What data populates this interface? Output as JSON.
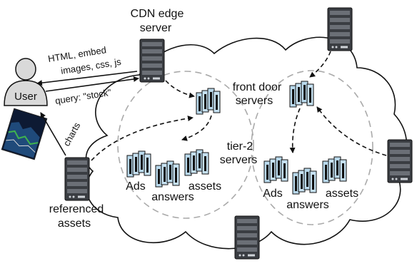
{
  "labels": {
    "cdn_edge_line1": "CDN edge",
    "cdn_edge_line2": "server",
    "user": "User",
    "html_line1": "HTML, embed",
    "html_line2": "images, css, js",
    "query": "query: \"stock\"",
    "charts": "charts",
    "front_door_line1": "front door",
    "front_door_line2": "servers",
    "tier2_line1": "tier-2",
    "tier2_line2": "servers",
    "left_ads": "Ads",
    "left_answers": "answers",
    "left_assets": "assets",
    "right_ads": "Ads",
    "right_answers": "answers",
    "right_assets": "assets",
    "referenced_line1": "referenced",
    "referenced_line2": "assets"
  },
  "colors": {
    "server_dark": "#3a3d42",
    "server_mid": "#6b6f76",
    "cluster_fill": "#b9d9ec",
    "user_fill": "#d9d9d9",
    "dashed_circle": "#aaaaaa"
  },
  "icons": {
    "server": "server-rack-icon",
    "cluster": "server-cluster-icon",
    "user": "user-icon",
    "chart": "chart-thumbnail-icon"
  }
}
